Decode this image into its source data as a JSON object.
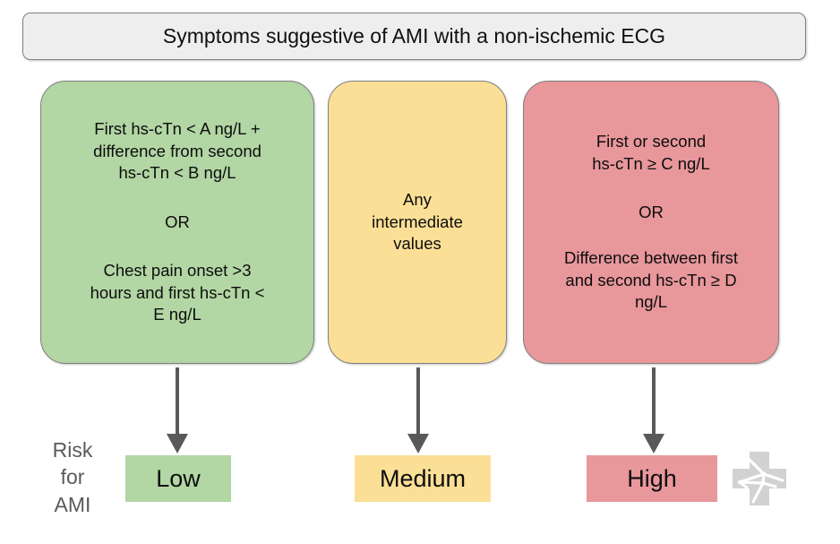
{
  "header": {
    "title": "Symptoms suggestive of AMI with a non-ischemic ECG"
  },
  "columns": [
    {
      "id": "low",
      "color": "#b2d6a4",
      "criteria": {
        "block1": [
          "First hs-cTn < A ng/L +",
          "difference from second",
          "hs-cTn < B ng/L"
        ],
        "connector": "OR",
        "block2": [
          "Chest pain onset >3",
          "hours and first hs-cTn <",
          "E ng/L"
        ]
      },
      "outcome": "Low"
    },
    {
      "id": "medium",
      "color": "#fbdf96",
      "criteria": {
        "block1": [
          "Any",
          "intermediate",
          "values"
        ],
        "connector": "",
        "block2": []
      },
      "outcome": "Medium"
    },
    {
      "id": "high",
      "color": "#e8979b",
      "criteria": {
        "block1": [
          "First or second",
          "hs-cTn ≥ C ng/L"
        ],
        "connector": "OR",
        "block2": [
          "Difference between first",
          "and second hs-cTn ≥ D",
          "ng/L"
        ]
      },
      "outcome": "High"
    }
  ],
  "risk_label": {
    "line1": "Risk",
    "line2": "for",
    "line3": "AMI"
  },
  "watermark": {
    "icon": "medical-cross-network-icon",
    "color": "#d2d2d2"
  },
  "arrow": {
    "color": "#595959"
  }
}
